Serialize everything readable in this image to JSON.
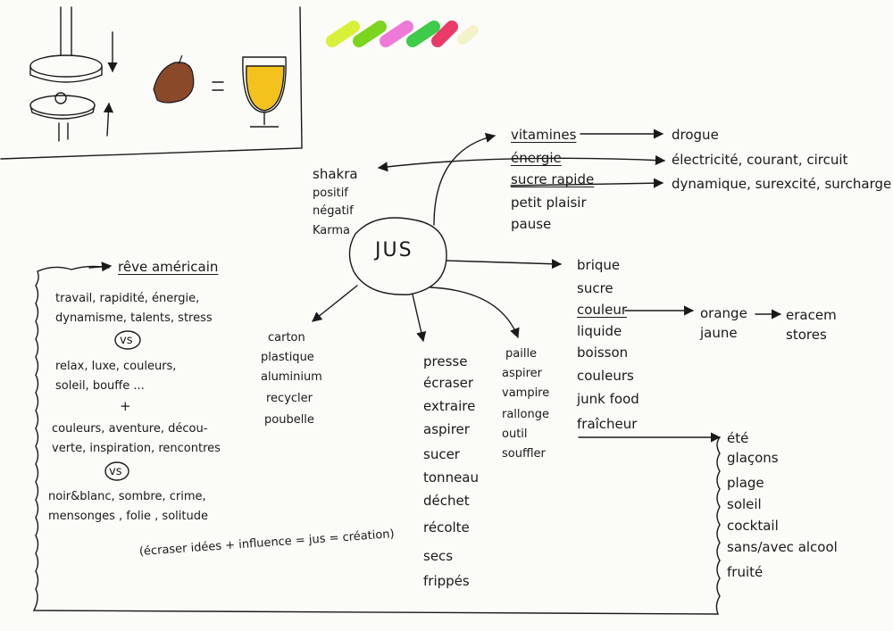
{
  "colors": {
    "ink": "#1a1a1a",
    "beer": "#f3c21c",
    "raisin": "#8a4a2a",
    "swatches": [
      "#d8f038",
      "#7bd41e",
      "#ee7ad8",
      "#3ecb49",
      "#ea3a67",
      "#f4f2c8"
    ]
  },
  "icons": [
    "spindle-top-icon",
    "spindle-bottom-icon",
    "arrow-down-icon",
    "arrow-up-icon",
    "raisin-icon",
    "equals-icon",
    "beer-glass-icon"
  ],
  "center": {
    "label": "JUS"
  },
  "top_left_branch": [
    "shakra",
    "positif",
    "négatif",
    "Karma"
  ],
  "top_right": {
    "items": [
      "vitamines",
      "énergie",
      "sucre rapide",
      "petit plaisir",
      "pause"
    ],
    "targets": [
      "drogue",
      "électricité, courant, circuit",
      "dynamique, surexcité, surcharge"
    ]
  },
  "right_branch": {
    "items": [
      "brique",
      "sucre",
      "couleur",
      "liquide",
      "boisson",
      "couleurs",
      "junk food",
      "fraîcheur"
    ],
    "couleur_chain": [
      "orange",
      "jaune",
      "eracem",
      "stores"
    ],
    "fraicheur_list": [
      "été",
      "glaçons",
      "plage",
      "soleil",
      "cocktail",
      "sans/avec alcool",
      "fruité"
    ]
  },
  "bottom_branches": {
    "left": [
      "carton",
      "plastique",
      "aluminium",
      "recycler",
      "poubelle"
    ],
    "middle": [
      "presse",
      "écraser",
      "extraire",
      "aspirer",
      "sucer",
      "tonneau",
      "déchet",
      "récolte",
      "secs",
      "frippés"
    ],
    "right": [
      "paille",
      "aspirer",
      "vampire",
      "rallonge",
      "outil",
      "souffler"
    ]
  },
  "left_box": {
    "title": "rêve américain",
    "block1": [
      "travail, rapidité, énergie,",
      "dynamisme, talents, stress"
    ],
    "vs1": "vs",
    "block2": [
      "relax, luxe, couleurs,",
      "soleil, bouffe ..."
    ],
    "plus": "+",
    "block3": [
      "couleurs, aventure, décou-",
      "verte, inspiration, rencontres"
    ],
    "vs2": "vs",
    "block4": [
      "noir&blanc, sombre, crime,",
      "mensonges , folie , solitude"
    ],
    "formula": "(écraser idées + influence = jus = création)"
  }
}
